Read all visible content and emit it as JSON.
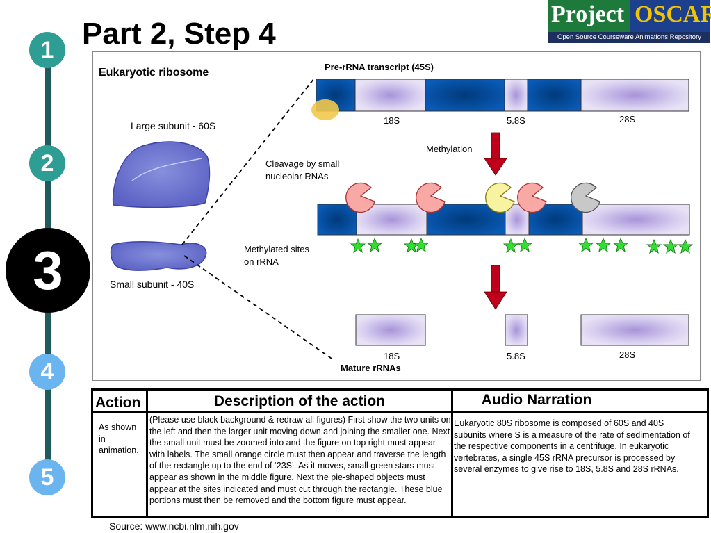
{
  "title": "Part 2, Step 4",
  "logo": {
    "word1": "Project",
    "word2": "OSCAR",
    "tagline": "Open Source Courseware Animations Repository"
  },
  "steps": [
    "1",
    "2",
    "3",
    "4",
    "5"
  ],
  "active_step": "3",
  "colors": {
    "rail": "#1f5a5c",
    "step_teal": "#2e9e95",
    "step_blue": "#6ab4f0",
    "active": "#000000",
    "dark_blue": "#0a5bb8",
    "light_purple": "#d2c8ea",
    "star": "#33dd33",
    "arrow": "#c0001a",
    "orange_circle": "#f2c84b"
  },
  "diagram": {
    "heading": "Eukaryotic ribosome",
    "large_subunit": "Large subunit - 60S",
    "small_subunit": "Small subunit - 40S",
    "pre_rrna": "Pre-rRNA transcript (45S)",
    "label_18s": "18S",
    "label_58s": "5.8S",
    "label_28s": "28S",
    "methylation": "Methylation",
    "cleavage_line1": "Cleavage by small",
    "cleavage_line2": "nucleolar RNAs",
    "methylated_line1": "Methylated sites",
    "methylated_line2": "on rRNA",
    "mature": "Mature rRNAs"
  },
  "table": {
    "headers": {
      "action": "Action",
      "description": "Description of the action",
      "audio": "Audio Narration"
    },
    "action": "As shown in animation.",
    "description": "(Please use black background & redraw all figures) First show the two units on the left and then the larger unit moving down and joining the smaller one. Next the small unit must be zoomed into and the figure on top right must appear with labels. The small orange circle must then appear and traverse the length of the rectangle up to the end of ‘23S’. As it moves, small green stars must appear as shown in the middle figure. Next the pie-shaped objects must appear at the sites indicated and must cut through the rectangle. These blue portions must then be removed and the bottom figure must appear.",
    "audio": "Eukaryotic 80S ribosome is composed of 60S and 40S subunits where S is a measure of the rate of sedimentation of the respective components in a centrifuge. In eukaryotic vertebrates, a single 45S rRNA precursor is processed by several enzymes to give rise to 18S, 5.8S and 28S rRNAs."
  },
  "source": "Source: www.ncbi.nlm.nih.gov"
}
